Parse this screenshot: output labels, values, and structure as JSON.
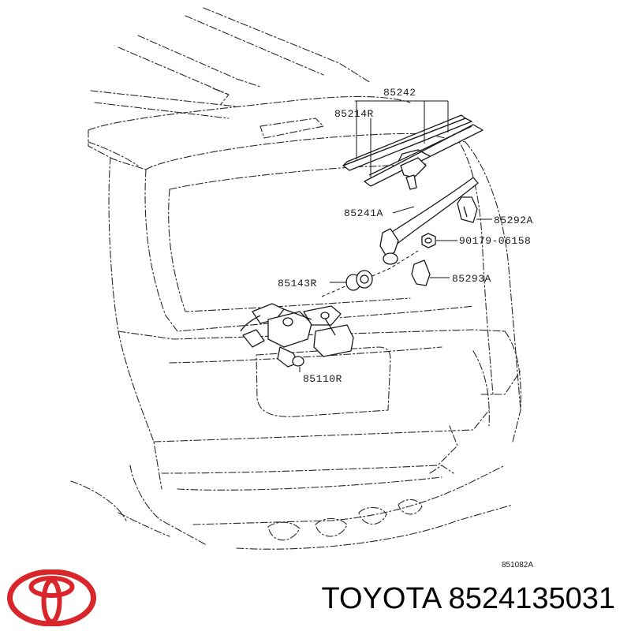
{
  "callouts": {
    "wiper_blade_assy": "85242",
    "blade_rubber": "85214R",
    "wiper_arm": "85241A",
    "arm_cap": "85292A",
    "nut": "90179-06158",
    "pivot_cap": "85293A",
    "grommet": "85143R",
    "wiper_motor": "85110R"
  },
  "figure_code": "851082A",
  "caption": {
    "brand": "TOYOTA",
    "part_number": "8524135031"
  },
  "colors": {
    "logo_red": "#d9262b",
    "line_art": "#2a2a2a"
  }
}
